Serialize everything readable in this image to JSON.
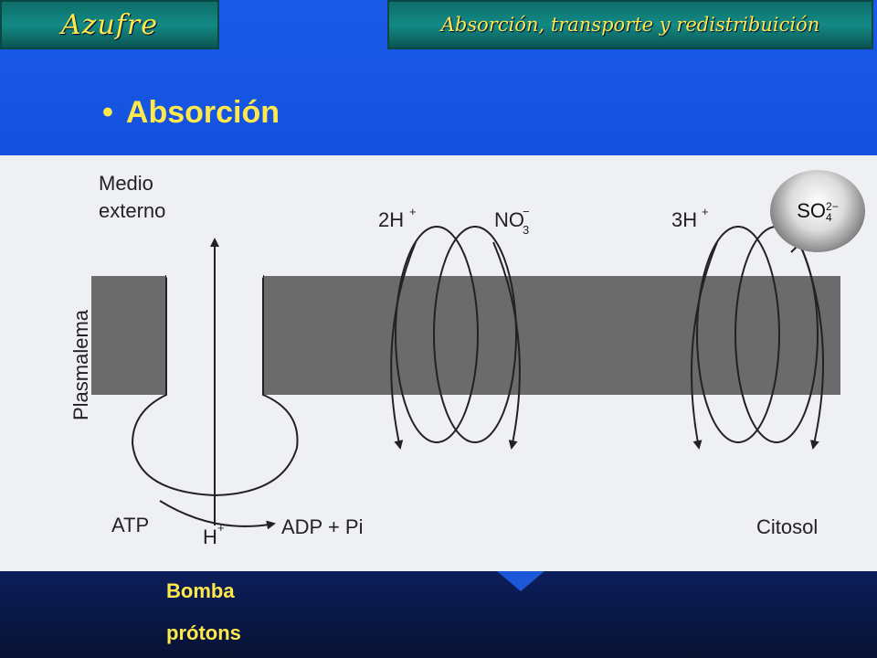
{
  "header": {
    "section_title": "Azufre",
    "topic_title": "Absorción, transporte y redistribuición"
  },
  "heading": {
    "bullet": "•",
    "text": "Absorción"
  },
  "diagram": {
    "medio_externo_line1": "Medio",
    "medio_externo_line2": "externo",
    "plasmalema": "Plasmalema",
    "h2": "2H",
    "plus": "+",
    "no3": "NO",
    "no3_sub": "3",
    "no3_sup": "−",
    "h3": "3H",
    "so4": "SO",
    "so4_sub": "4",
    "so4_sup": "2−",
    "atp": "ATP",
    "hplus": "H",
    "adp": "ADP + Pi",
    "citosol": "Citosol"
  },
  "footer": {
    "line1": "Bomba",
    "line2": "prótons"
  },
  "colors": {
    "accent_yellow": "#ffe94a",
    "membrane": "#6b6b6b",
    "title_teal": "#138a85"
  }
}
